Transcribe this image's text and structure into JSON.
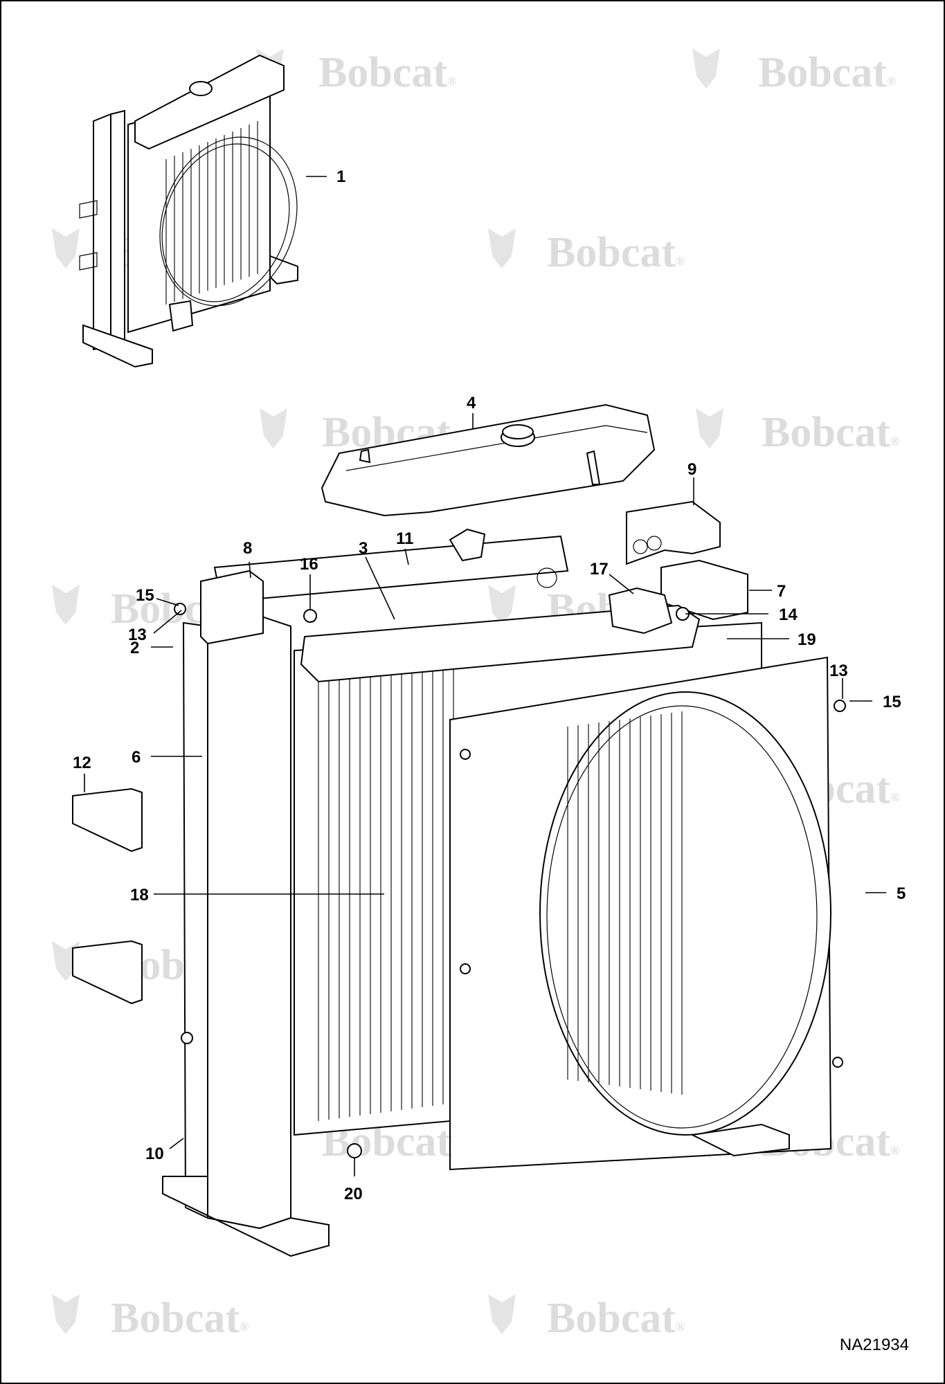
{
  "watermark": {
    "text": "Bobcat",
    "mark": "®",
    "logo_icon": "bobcat-head-icon"
  },
  "callouts": [
    "1",
    "2",
    "3",
    "4",
    "5",
    "6",
    "7",
    "8",
    "9",
    "10",
    "11",
    "12",
    "13",
    "13",
    "14",
    "15",
    "15",
    "16",
    "17",
    "18",
    "19",
    "20"
  ],
  "figure_id": "NA21934",
  "colors": {
    "line": "#000000",
    "watermark": "#dcdcdc",
    "background": "#ffffff"
  }
}
